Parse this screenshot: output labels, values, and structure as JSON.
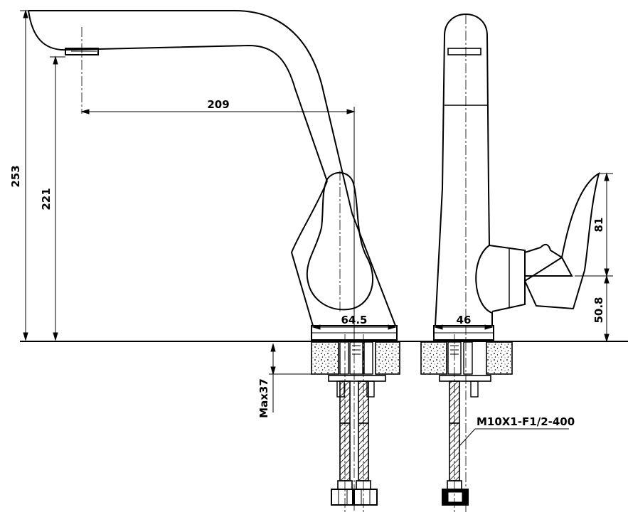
{
  "dimensions": {
    "total_height": "253",
    "spout_height": "221",
    "spout_reach": "209",
    "base_width_side": "64.5",
    "base_width_front": "46",
    "handle_height": "81",
    "handle_base_height": "50.8",
    "max_counter_thickness": "Max37"
  },
  "labels": {
    "hose_spec": "M10X1-F1/2-400"
  },
  "colors": {
    "line": "#000000",
    "background": "#ffffff"
  }
}
